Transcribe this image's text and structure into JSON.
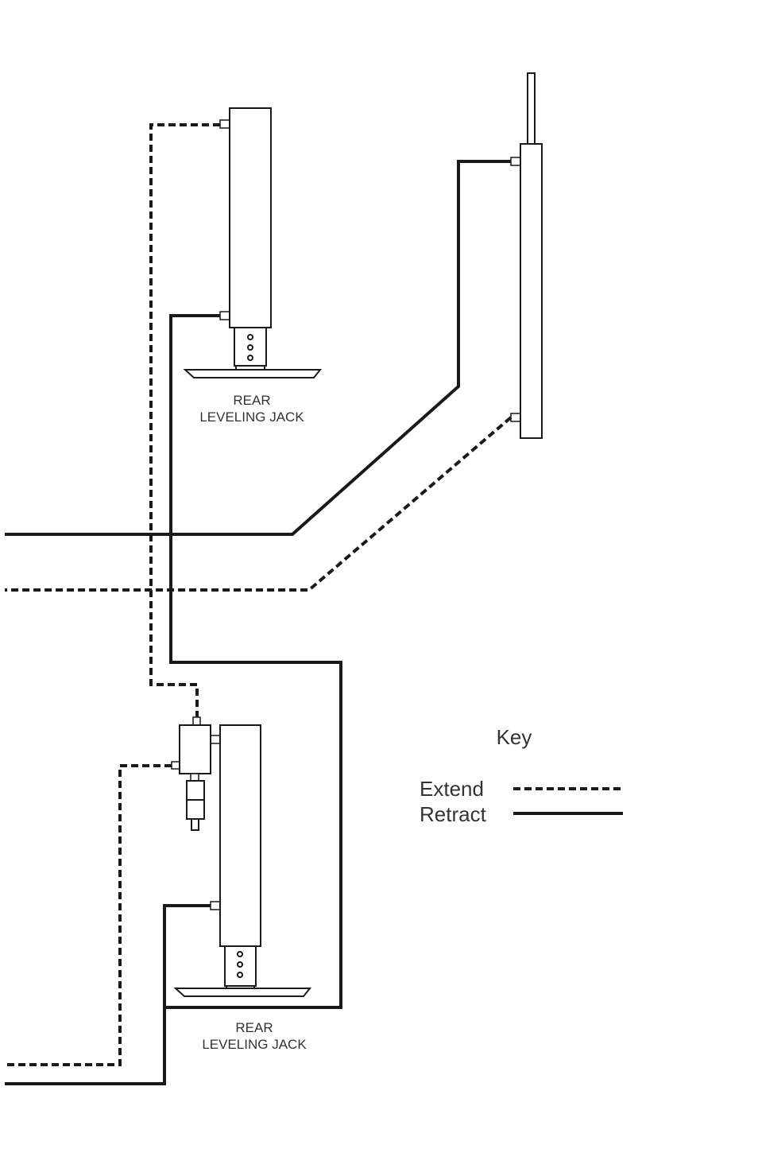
{
  "diagram": {
    "colors": {
      "line": "#1a1a1a",
      "text": "#333333",
      "background": "#ffffff"
    },
    "jack_top": {
      "label_line1": "REAR",
      "label_line2": "LEVELING JACK"
    },
    "jack_bottom": {
      "label_line1": "REAR",
      "label_line2": "LEVELING JACK"
    },
    "key": {
      "title": "Key",
      "extend_label": "Extend",
      "retract_label": "Retract",
      "extend_style": "dashed",
      "retract_style": "solid"
    }
  }
}
